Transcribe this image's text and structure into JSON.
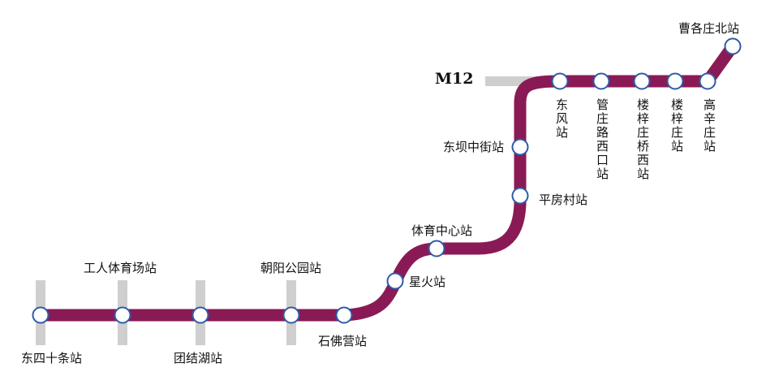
{
  "line": {
    "name": "M12",
    "color": "#8a1a55",
    "station_fill": "#ffffff",
    "station_stroke": "#2e5aa8",
    "transfer_bar_color": "#cfcfcf"
  },
  "stations": [
    {
      "id": "dongsishitiao",
      "name": "东四十条站",
      "transfer": true
    },
    {
      "id": "gongrentiyuchang",
      "name": "工人体育场站",
      "transfer": true
    },
    {
      "id": "tuanjiehu",
      "name": "团结湖站",
      "transfer": true
    },
    {
      "id": "chaoyanggongyuan",
      "name": "朝阳公园站",
      "transfer": true
    },
    {
      "id": "shifoying",
      "name": "石佛营站",
      "transfer": false
    },
    {
      "id": "xinghuo",
      "name": "星火站",
      "transfer": false
    },
    {
      "id": "tiyuzhongxin",
      "name": "体育中心站",
      "transfer": false
    },
    {
      "id": "pingfangcun",
      "name": "平房村站",
      "transfer": false
    },
    {
      "id": "dongbazhongjie",
      "name": "东坝中街站",
      "transfer": false
    },
    {
      "id": "dongfeng",
      "name": "东风站",
      "transfer": true
    },
    {
      "id": "guanzhuangluxikou",
      "name": "管庄路西口站",
      "transfer": false
    },
    {
      "id": "louzizhuangqiaoxi",
      "name": "楼梓庄桥西站",
      "transfer": false
    },
    {
      "id": "louzizhuang",
      "name": "楼梓庄站",
      "transfer": false
    },
    {
      "id": "gaoxinzhuang",
      "name": "高辛庄站",
      "transfer": false
    },
    {
      "id": "caogezhuangbei",
      "name": "曹各庄北站",
      "transfer": false
    }
  ]
}
